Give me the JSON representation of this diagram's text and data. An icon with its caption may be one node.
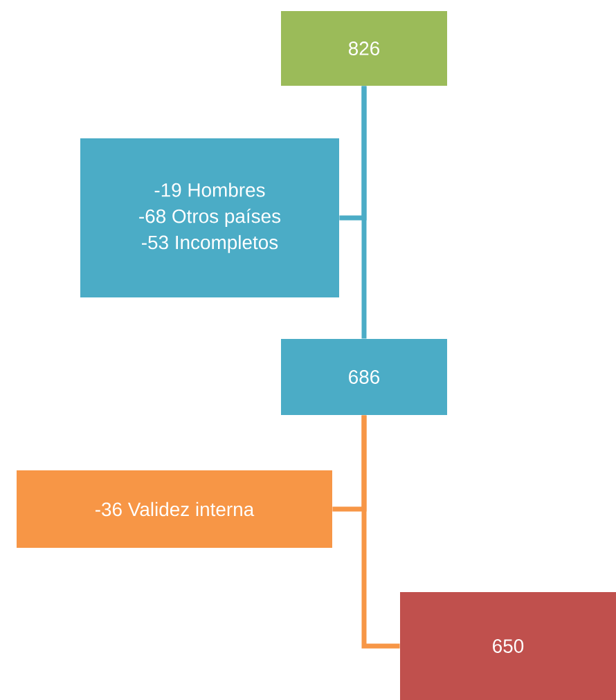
{
  "diagram": {
    "nodes": [
      {
        "text": [
          "826"
        ]
      },
      {
        "text": [
          "-19 Hombres",
          "-68 Otros países",
          "-53 Incompletos"
        ]
      },
      {
        "text": [
          "686"
        ]
      },
      {
        "text": [
          "-36 Validez interna"
        ]
      },
      {
        "text": [
          "650"
        ]
      }
    ],
    "edges": [
      {
        "from": 0,
        "to": 2,
        "arrow": "none",
        "color": "#4bacc6"
      },
      {
        "from": 0,
        "to": 1,
        "arrow": "none",
        "color": "#4bacc6"
      },
      {
        "from": 2,
        "to": 4,
        "arrow": "none",
        "color": "#f79646"
      },
      {
        "from": 2,
        "to": 3,
        "arrow": "none",
        "color": "#f79646"
      }
    ]
  }
}
